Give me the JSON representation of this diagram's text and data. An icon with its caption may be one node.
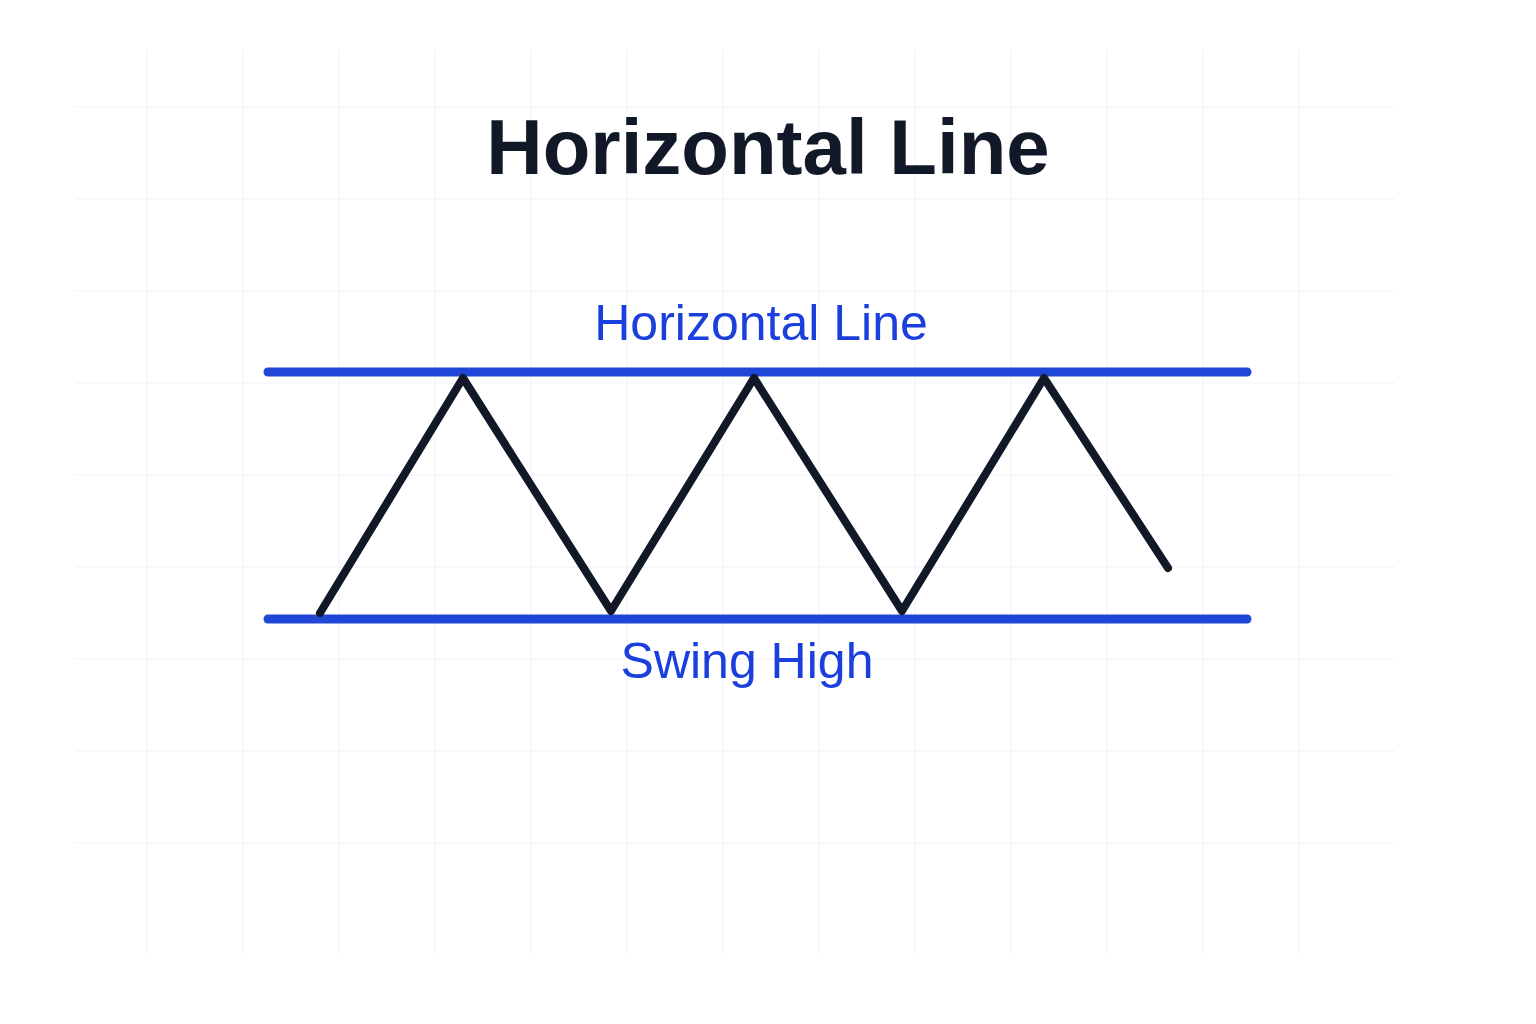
{
  "diagram": {
    "title": "Horizontal Line",
    "labels": [
      "Horizontal Line",
      "Swing High"
    ]
  }
}
